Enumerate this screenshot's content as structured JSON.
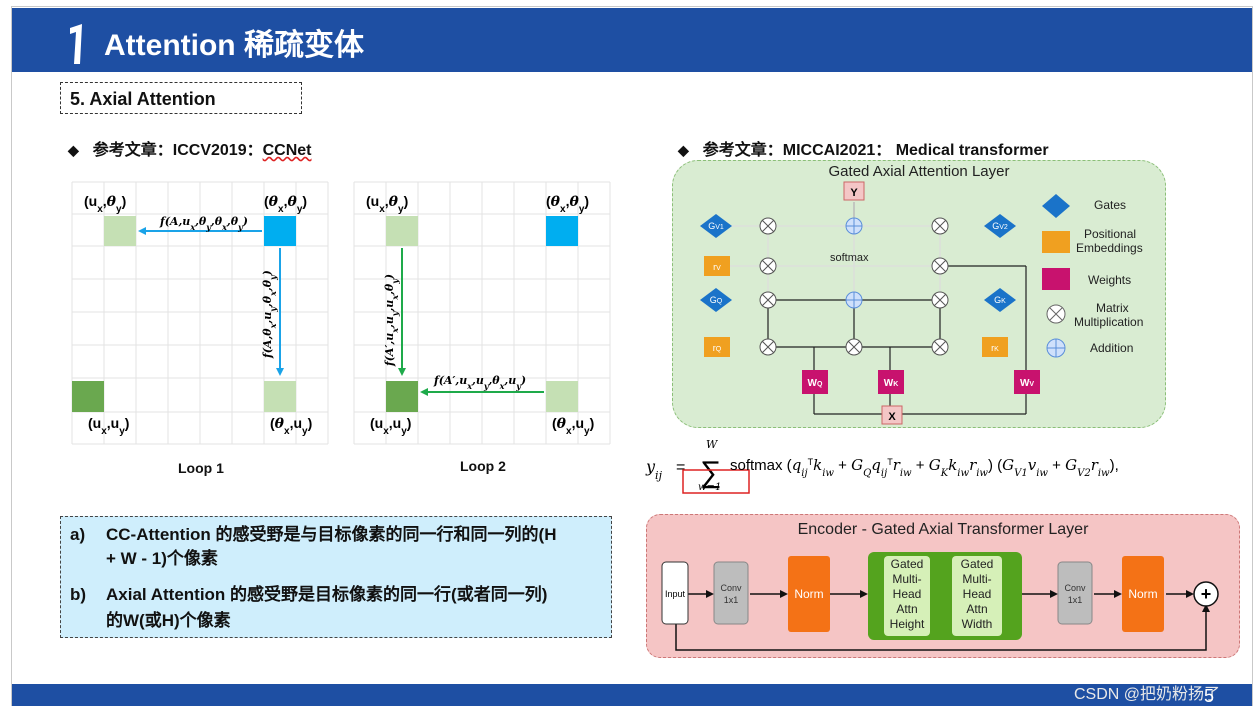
{
  "header": {
    "title": "Attention 稀疏变体",
    "accent_color": "#1e4fa3"
  },
  "section": {
    "title": "5. Axial Attention"
  },
  "left_ref": {
    "bullet": "◆",
    "prefix": "参考文章：ICCV2019：",
    "link": "CCNet"
  },
  "right_ref": {
    "bullet": "◆",
    "text": "参考文章：MICCAI2021： Medical transformer"
  },
  "loop1": {
    "caption": "Loop 1",
    "top_left": "(u",
    "top_right": "(θ",
    "bottom_left": "(u",
    "bottom_right": "(θ",
    "arrow_h": "f(A,u",
    "arrow_v": "f(A,θ"
  },
  "loop2": {
    "caption": "Loop 2",
    "arrow_h": "f(A′,u",
    "arrow_v": "f(A′,u"
  },
  "notes": [
    {
      "tag": "a)",
      "line1": "CC-Attention  的感受野是与目标像素的同一行和同一列的(H",
      "line2": "+ W - 1)个像素"
    },
    {
      "tag": "b)",
      "line1": "Axial  Attention  的感受野是目标像素的同一行(或者同一列)",
      "line2": "的W(或H)个像素"
    }
  ],
  "gated": {
    "title": "Gated Axial Attention Layer",
    "softmax": "softmax",
    "output": "Y",
    "input": "X",
    "legend": [
      {
        "label": "Gates",
        "color": "#1a73c9"
      },
      {
        "label": "Positional Embeddings",
        "color": "#f0a020"
      },
      {
        "label": "Weights",
        "color": "#c8126e"
      },
      {
        "label": "Matrix Multiplication",
        "color": "#888888"
      },
      {
        "label": "Addition",
        "color": "#5b8fd9"
      }
    ]
  },
  "formula": {
    "lhs": "y",
    "sum_top": "W",
    "sum_bottom": "w=1",
    "body": "softmax (q kᵢw + G q r + G k r) (G v + G r ),"
  },
  "encoder": {
    "title": "Encoder - Gated Axial Transformer Layer",
    "input": "Input",
    "conv": "Conv 1x1",
    "norm": "Norm",
    "gated_height": [
      "Gated",
      "Multi-",
      "Head",
      "Attn",
      "Height"
    ],
    "gated_width": [
      "Gated",
      "Multi-",
      "Head",
      "Attn",
      "Width"
    ],
    "plus": "+"
  },
  "footer": {
    "page": "5",
    "watermark": "CSDN @把奶粉扬了"
  }
}
